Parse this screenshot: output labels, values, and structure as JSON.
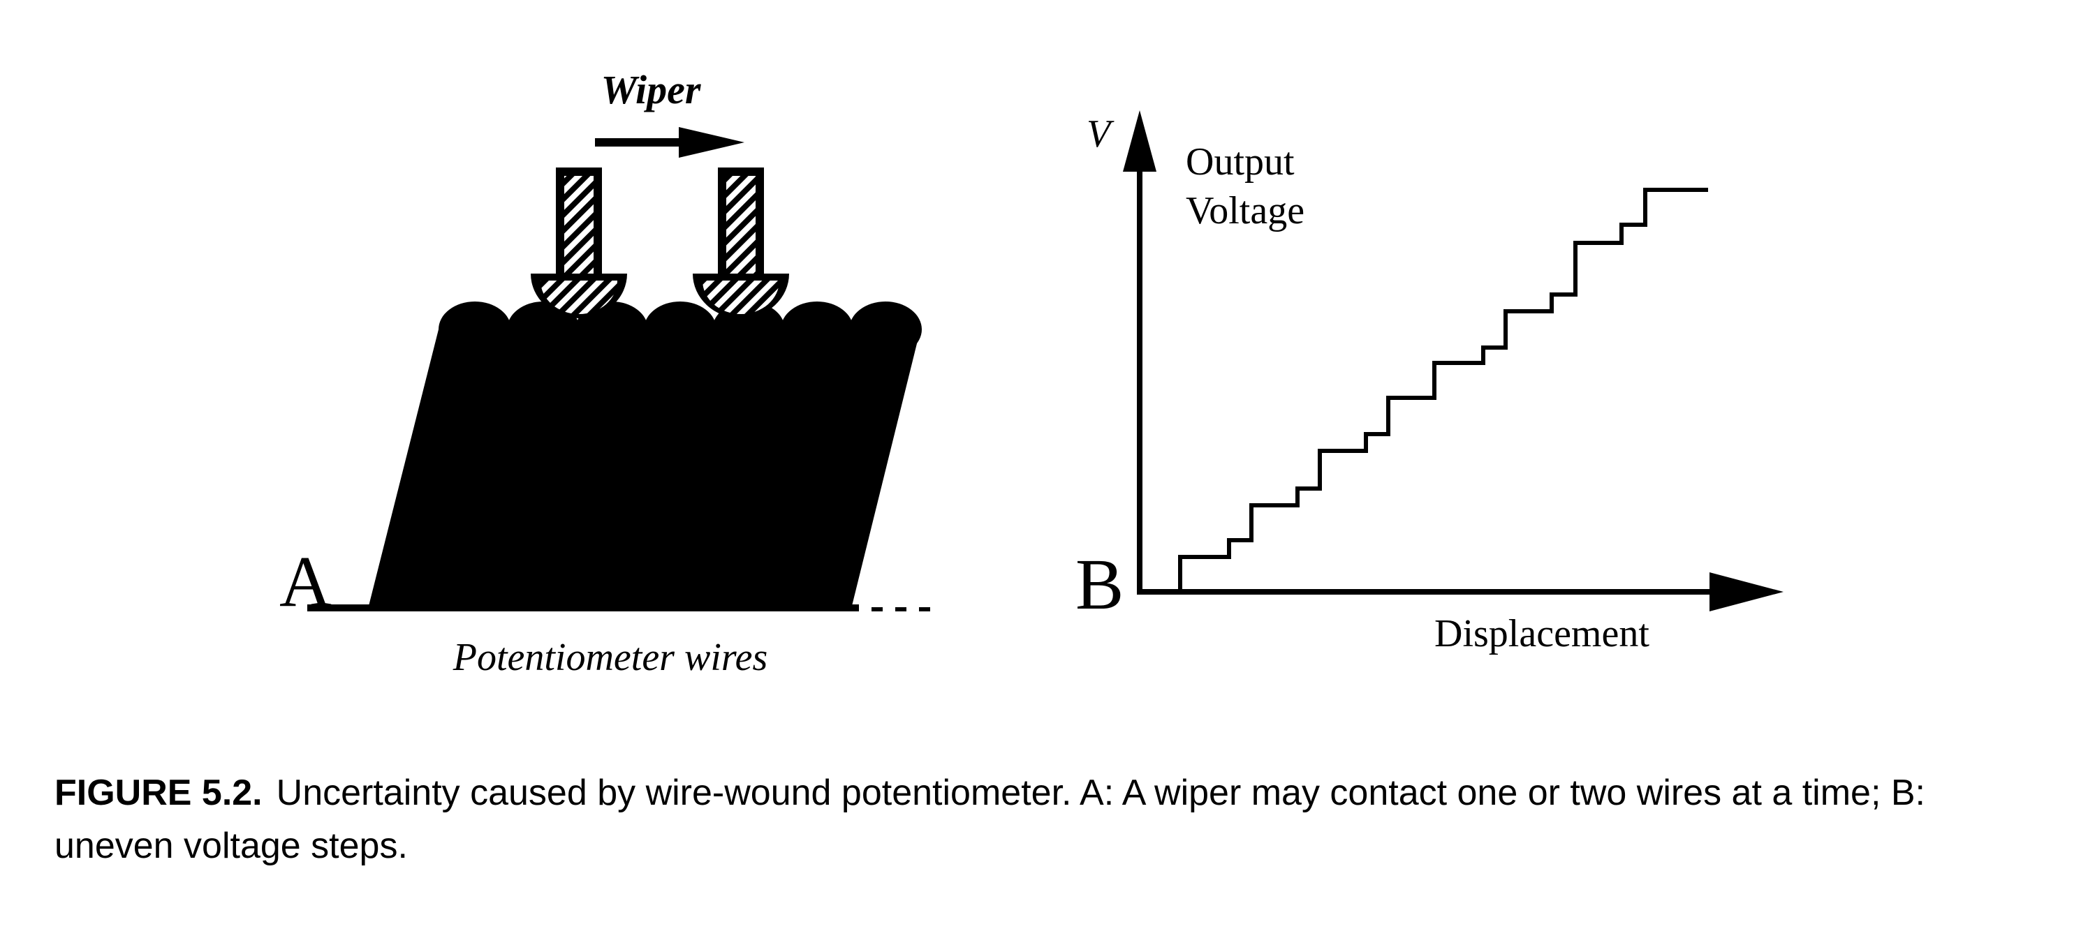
{
  "panel_a": {
    "letter": "A",
    "wiper_label": "Wiper",
    "wires_label": "Potentiometer wires"
  },
  "panel_b": {
    "letter": "B",
    "v_axis_symbol": "V",
    "y_label_line1": "Output",
    "y_label_line2": "Voltage",
    "x_label": "Displacement"
  },
  "caption": {
    "figure_number": "FIGURE 5.2.",
    "text": "Uncertainty caused by wire-wound potentiometer. A: A wiper may contact one or two wires at a time; B: uneven voltage steps."
  },
  "colors": {
    "ink": "#000000",
    "paper": "#ffffff"
  }
}
